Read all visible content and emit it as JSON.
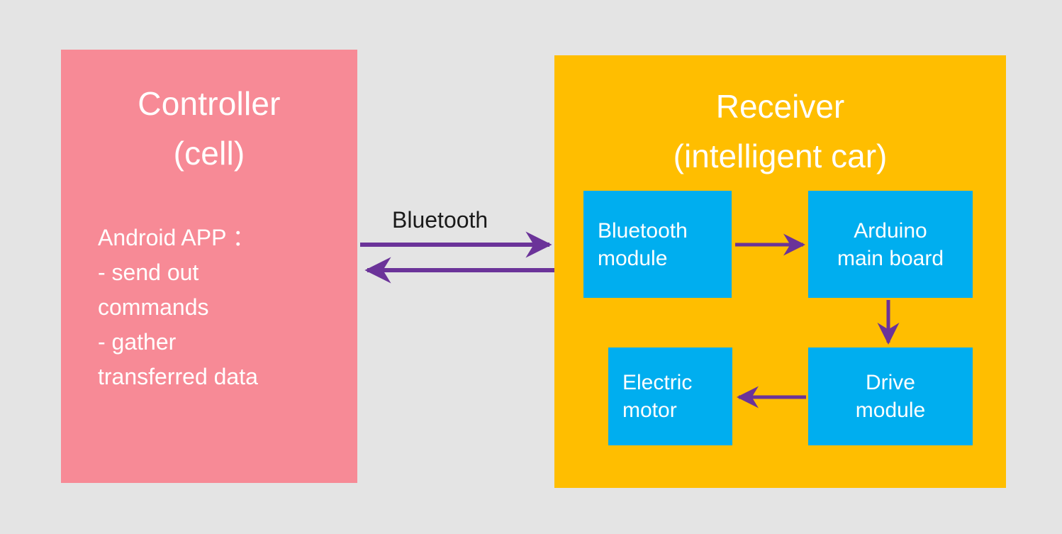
{
  "diagram": {
    "background_color": "#e4e4e4",
    "accent_colors": {
      "controller": "#f78a96",
      "receiver": "#ffbe00",
      "module": "#00aeef",
      "arrow": "#6b3399",
      "label_text": "#1a1a1a",
      "panel_text": "#ffffff"
    },
    "controller": {
      "title": "Controller\n(cell)",
      "body": "Android APP ：\n- send out\ncommands\n- gather\ntransferred data"
    },
    "receiver": {
      "title": "Receiver\n(intelligent car)",
      "modules": [
        {
          "id": "bluetooth-module",
          "label": "Bluetooth\nmodule"
        },
        {
          "id": "arduino-main-board",
          "label": "Arduino\nmain board"
        },
        {
          "id": "electric-motor",
          "label": "Electric\nmotor"
        },
        {
          "id": "drive-module",
          "label": "Drive\nmodule"
        }
      ]
    },
    "links": [
      {
        "id": "controller-to-receiver",
        "label": "Bluetooth",
        "direction": "right"
      },
      {
        "id": "receiver-to-controller",
        "label": "",
        "direction": "left"
      },
      {
        "id": "bluetooth-to-arduino",
        "label": "",
        "direction": "right"
      },
      {
        "id": "arduino-to-drive",
        "label": "",
        "direction": "down"
      },
      {
        "id": "drive-to-motor",
        "label": "",
        "direction": "left"
      }
    ]
  }
}
